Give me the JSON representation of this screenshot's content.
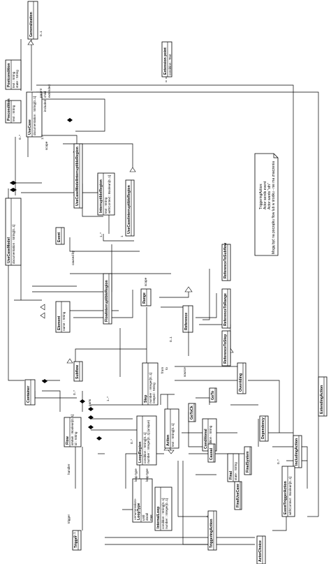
{
  "diagram": {
    "classes": {
      "generalization": {
        "name": "Generalization",
        "attrs": []
      },
      "extension_point": {
        "name": "Extension point",
        "attrs": [
          "condition : Text"
        ]
      },
      "postcondition": {
        "name": "Postcondition",
        "attrs": [
          "text : String",
          "state : String"
        ]
      },
      "precondition": {
        "name": "Precondition",
        "attrs": [
          "text : String"
        ]
      },
      "use_case": {
        "name": "UseCase",
        "attrs": [
          "documentation : String[0..1]"
        ]
      },
      "use_case_model_interruptible_region": {
        "name": "UseCaseModelInterruptibleRegion",
        "attrs": []
      },
      "interruptible_region": {
        "name": "InterruptibleRegion",
        "attrs": [
          "text : String",
          "withContext : Boolean[0..1]"
        ]
      },
      "use_case_interruptible_region": {
        "name": "UseCaseInterruptibleRegion",
        "attrs": []
      },
      "use_case_model": {
        "name": "UseCaseModel",
        "attrs": [
          "documentation : String[0..1]"
        ]
      },
      "event": {
        "name": "Event",
        "attrs": []
      },
      "reference_to_subflow": {
        "name": "ReferenceToSubflow",
        "attrs": []
      },
      "flow_interruptible_region": {
        "name": "FlowInterruptibleRegion",
        "attrs": []
      },
      "reference_to_range": {
        "name": "ReferenceToRange",
        "attrs": []
      },
      "element": {
        "name": "Element",
        "attrs": [
          "name : String"
        ]
      },
      "range": {
        "name": "Range",
        "attrs": []
      },
      "reference": {
        "name": "Reference",
        "attrs": []
      },
      "reference_to_step": {
        "name": "ReferenceToStep",
        "attrs": []
      },
      "subflow": {
        "name": "Subflow",
        "attrs": []
      },
      "container": {
        "name": "Container",
        "attrs": []
      },
      "step": {
        "name": "Step",
        "attrs": [
          "number : Integer[0..1]",
          "/stepId : String"
        ]
      },
      "goto": {
        "name": "GoTo",
        "attrs": []
      },
      "overriding": {
        "name": "Overriding",
        "attrs": []
      },
      "extending_action": {
        "name": "ExtendingAction",
        "attrs": []
      },
      "flow": {
        "name": "Flow",
        "attrs": [
          "isMain : Boolean[0..1]",
          "id : String"
        ]
      },
      "loop_region": {
        "name": "LoopRegion",
        "attrs": [
          "condition : String[0..1]",
          "number : Integer[0..1] {unique}"
        ]
      },
      "goto_ck": {
        "name": "GoToCk",
        "attrs": []
      },
      "conditional": {
        "name": "Conditional",
        "attrs": [
          "condition : String"
        ]
      },
      "action": {
        "name": "Action",
        "attrs": [
          "text : String[0..1]"
        ]
      },
      "dependency": {
        "name": "Dependency",
        "attrs": []
      },
      "including_action": {
        "name": "IncludingAction",
        "attrs": []
      },
      "loop_type": {
        "name": "LoopType",
        "stereotype": "«enumeration»",
        "attrs": [
          "until",
          "do/all",
          "max"
        ]
      },
      "causal": {
        "name": "Causal",
        "attrs": []
      },
      "final_system": {
        "name": "FinalSystem",
        "attrs": []
      },
      "final": {
        "name": "Final",
        "attrs": [
          "state : String"
        ]
      },
      "final_use_case": {
        "name": "FinalUseCase",
        "attrs": []
      },
      "internal_loop": {
        "name": "InternalLoop",
        "attrs": [
          "condition : String[0..1]",
          "number : Integer[0..1]"
        ]
      },
      "event_trigger_action": {
        "name": "EventTriggerAction",
        "attrs": [
          "withContext : Boolean[0..1]"
        ]
      },
      "trigger": {
        "name": "Trigger",
        "attrs": []
      },
      "triggering_action": {
        "name": "TriggeringAction",
        "attrs": []
      },
      "actor_choice": {
        "name": "ActorChoice",
        "attrs": []
      }
    },
    "note": {
      "lines": [
        "TriggeringAction:",
        "Actor sends event",
        "Actor wants \"sth\"",
        "Mogą być na początku flow lub w środku - nie ma znaczenia"
      ]
    },
    "labels": {
      "parent": "parent",
      "child": "child",
      "extended": "extended",
      "included": "included",
      "scope": "scope",
      "caused_by": "caused by",
      "handler": "handler",
      "trigger": "trigger",
      "parts": "parts",
      "loop_type": "loop type",
      "from": "from",
      "to": "to",
      "source": "source",
      "m_0_1": "0..1",
      "m_1": "1",
      "m_0_star": "0..*",
      "m_1_star": "1..*",
      "m_star": "*"
    }
  }
}
